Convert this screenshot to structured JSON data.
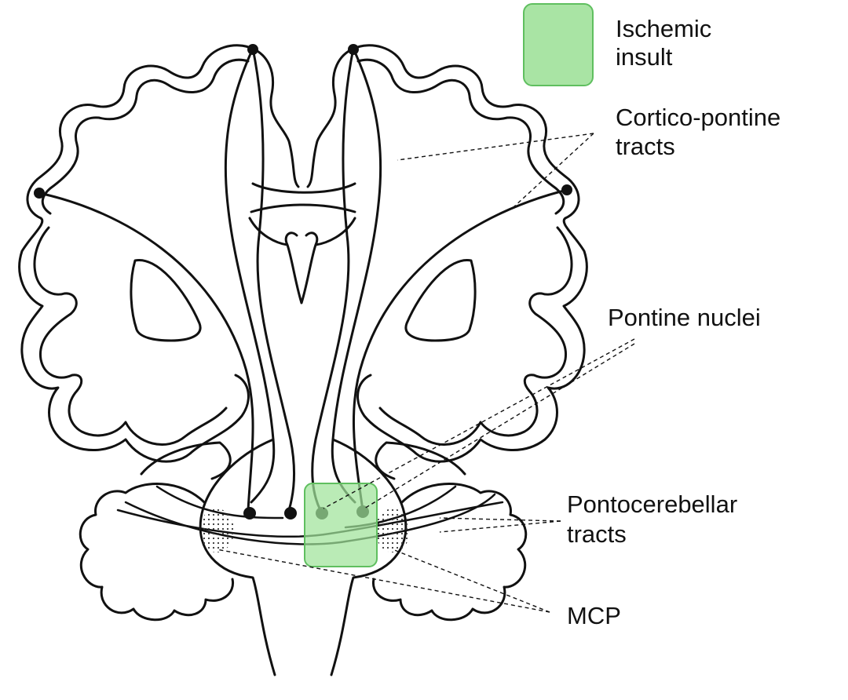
{
  "legend": {
    "label_line1": "Ischemic",
    "label_line2": "insult",
    "swatch_fill": "#a9e4a4",
    "swatch_border": "#5fbf5f"
  },
  "labels": {
    "cortico_pontine_line1": "Cortico-pontine",
    "cortico_pontine_line2": "tracts",
    "pontine_nuclei": "Pontine nuclei",
    "pontocerebellar_line1": "Pontocerebellar",
    "pontocerebellar_line2": "tracts",
    "mcp": "MCP"
  },
  "colors": {
    "line": "#111111",
    "insult_overlay": "#9fe39a"
  }
}
